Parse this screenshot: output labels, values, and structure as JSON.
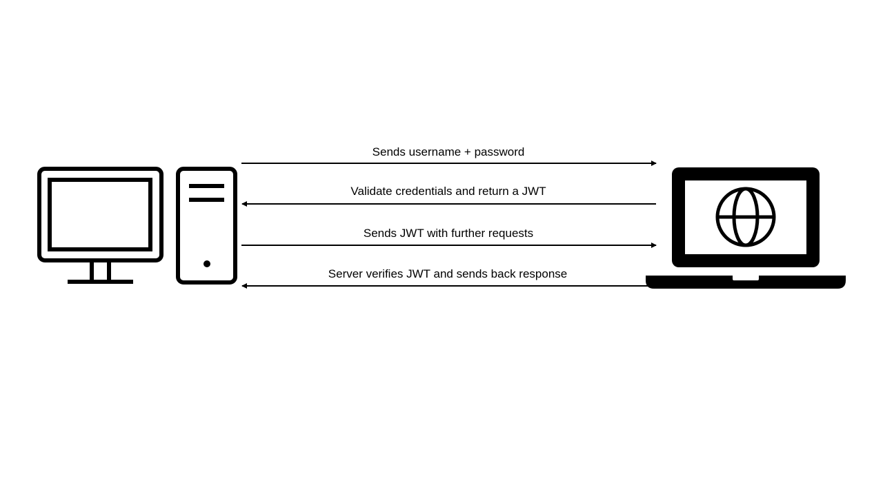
{
  "flows": [
    {
      "label": "Sends username + password",
      "direction": "to-server"
    },
    {
      "label": "Validate credentials and return a JWT",
      "direction": "to-client"
    },
    {
      "label": "Sends JWT with further requests",
      "direction": "to-server"
    },
    {
      "label": "Server verifies JWT and sends back response",
      "direction": "to-client"
    }
  ],
  "icons": {
    "client": [
      "monitor-icon",
      "desktop-tower-icon"
    ],
    "server": "laptop-globe-icon"
  },
  "colors": {
    "stroke": "#000000",
    "background": "#ffffff"
  }
}
